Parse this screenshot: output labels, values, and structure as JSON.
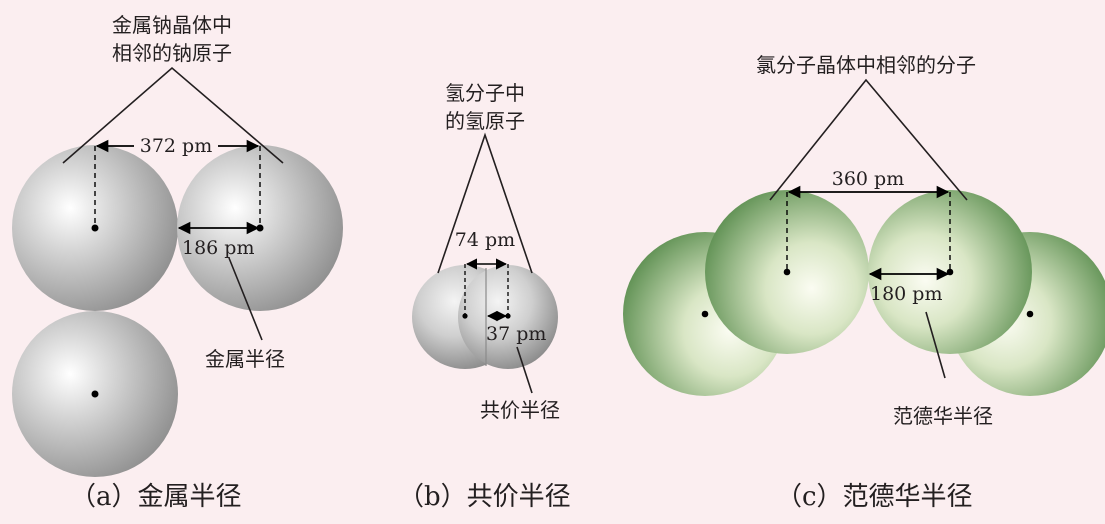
{
  "panel_a": {
    "top_label_1": "金属钠晶体中",
    "top_label_2": "相邻的钠原子",
    "distance": "372 pm",
    "radius": "186 pm",
    "radius_name": "金属半径",
    "caption": "（a）金属半径",
    "sphere_color": "#9a9a9a"
  },
  "panel_b": {
    "top_label_1": "氢分子中",
    "top_label_2": "的氢原子",
    "distance": "74 pm",
    "radius": "37 pm",
    "radius_name": "共价半径",
    "caption": "（b）共价半径",
    "sphere_color": "#9a9a9a"
  },
  "panel_c": {
    "top_label": "氯分子晶体中相邻的分子",
    "distance": "360 pm",
    "radius": "180 pm",
    "radius_name": "范德华半径",
    "caption": "（c）范德华半径",
    "sphere_color": "#5a8a4a"
  },
  "colors": {
    "background": "#fbeef0",
    "text": "#231f20"
  }
}
